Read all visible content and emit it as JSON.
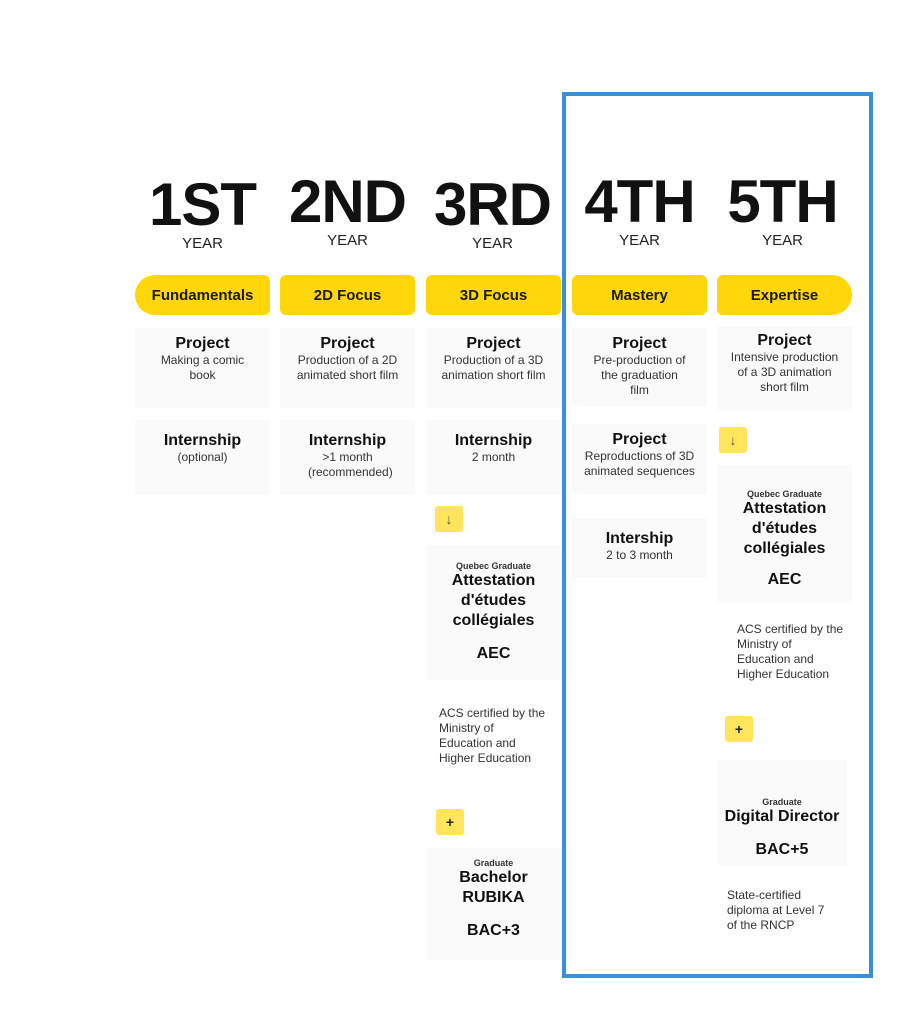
{
  "years": [
    {
      "num": "1ST",
      "label": "YEAR",
      "focus": "Fundamentals"
    },
    {
      "num": "2ND",
      "label": "YEAR",
      "focus": "2D Focus"
    },
    {
      "num": "3RD",
      "label": "YEAR",
      "focus": "3D Focus"
    },
    {
      "num": "4TH",
      "label": "YEAR",
      "focus": "Mastery"
    },
    {
      "num": "5TH",
      "label": "YEAR",
      "focus": "Expertise"
    }
  ],
  "col1": {
    "project_title": "Project",
    "project_text": "Making a comic book",
    "internship_title": "Internship",
    "internship_text": "(optional)"
  },
  "col2": {
    "project_title": "Project",
    "project_text": "Production of a 2D animated short film",
    "internship_title": "Internship",
    "internship_text": ">1 month (recommended)"
  },
  "col3": {
    "project_title": "Project",
    "project_text": "Production of a 3D animation short film",
    "internship_title": "Internship",
    "internship_text": "2 month",
    "arrow": "↓",
    "aec_small": "Quebec Graduate",
    "aec_title": "Attestation d'études collégiales",
    "aec_code": "AEC",
    "aec_note": "ACS certified by the Ministry of Education and Higher Education",
    "plus": "+",
    "bac_small": "Graduate",
    "bac_title": "Bachelor RUBIKA",
    "bac_code": "BAC+3"
  },
  "col4": {
    "project1_title": "Project",
    "project1_text": "Pre-production of the graduation film",
    "project2_title": "Project",
    "project2_text": "Reproductions of 3D animated sequences",
    "internship_title": "Intership",
    "internship_text": "2 to 3 month"
  },
  "col5": {
    "project_title": "Project",
    "project_text": "Intensive production of a 3D animation short film",
    "arrow": "↓",
    "aec_small": "Quebec Graduate",
    "aec_title": "Attestation d'études collégiales",
    "aec_code": "AEC",
    "aec_note": "ACS certified by the Ministry of Education and Higher Education",
    "plus": "+",
    "dd_small": "Graduate",
    "dd_title": "Digital Director",
    "dd_code": "BAC+5",
    "dd_note": "State-certified diploma at Level 7 of the RNCP"
  },
  "colors": {
    "accent": "#ffd60a",
    "highlight_border": "#3b8fd9"
  }
}
